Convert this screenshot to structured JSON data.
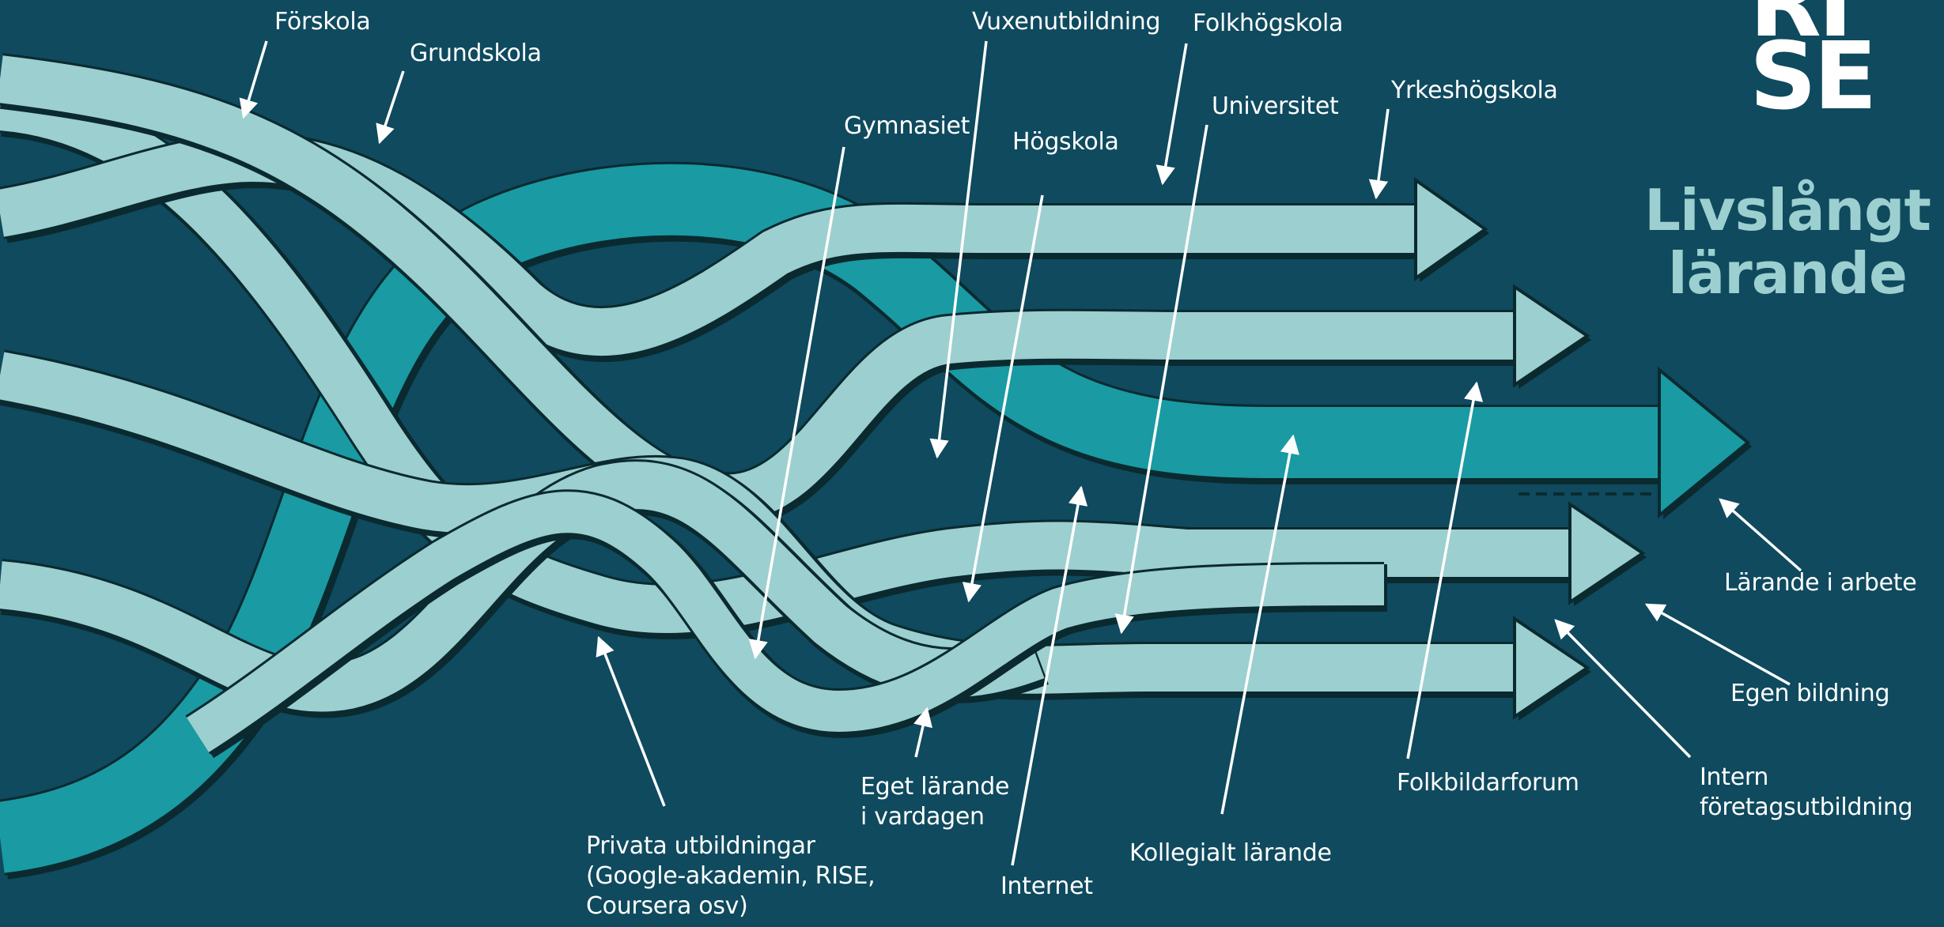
{
  "logo": {
    "line1": "RI",
    "line2": "SE"
  },
  "title": "Livslångt\nlärande",
  "colors": {
    "background": "#0f4a5e",
    "light_stream": "#9ccfcf",
    "teal_stream": "#1a9aa3",
    "outline": "#0a2a30",
    "arrow_line": "#ffffff"
  },
  "labels": {
    "forskola": "Förskola",
    "grundskola": "Grundskola",
    "vuxenutbildning": "Vuxenutbildning",
    "folkhogskola": "Folkhögskola",
    "universitet": "Universitet",
    "yrkeshogskola": "Yrkeshögskola",
    "gymnasiet": "Gymnasiet",
    "hogskola": "Högskola",
    "larande_i_arbete": "Lärande i arbete",
    "egen_bildning": "Egen bildning",
    "intern_foretagsutbildning": "Intern\nföretagsutbildning",
    "folkbildarforum": "Folkbildarforum",
    "kollegialt_larande": "Kollegialt  lärande",
    "internet": "Internet",
    "eget_larande": "Eget lärande\ni vardagen",
    "privata_utbildningar": "Privata utbildningar\n(Google-akademin, RISE,\nCoursera osv)"
  }
}
